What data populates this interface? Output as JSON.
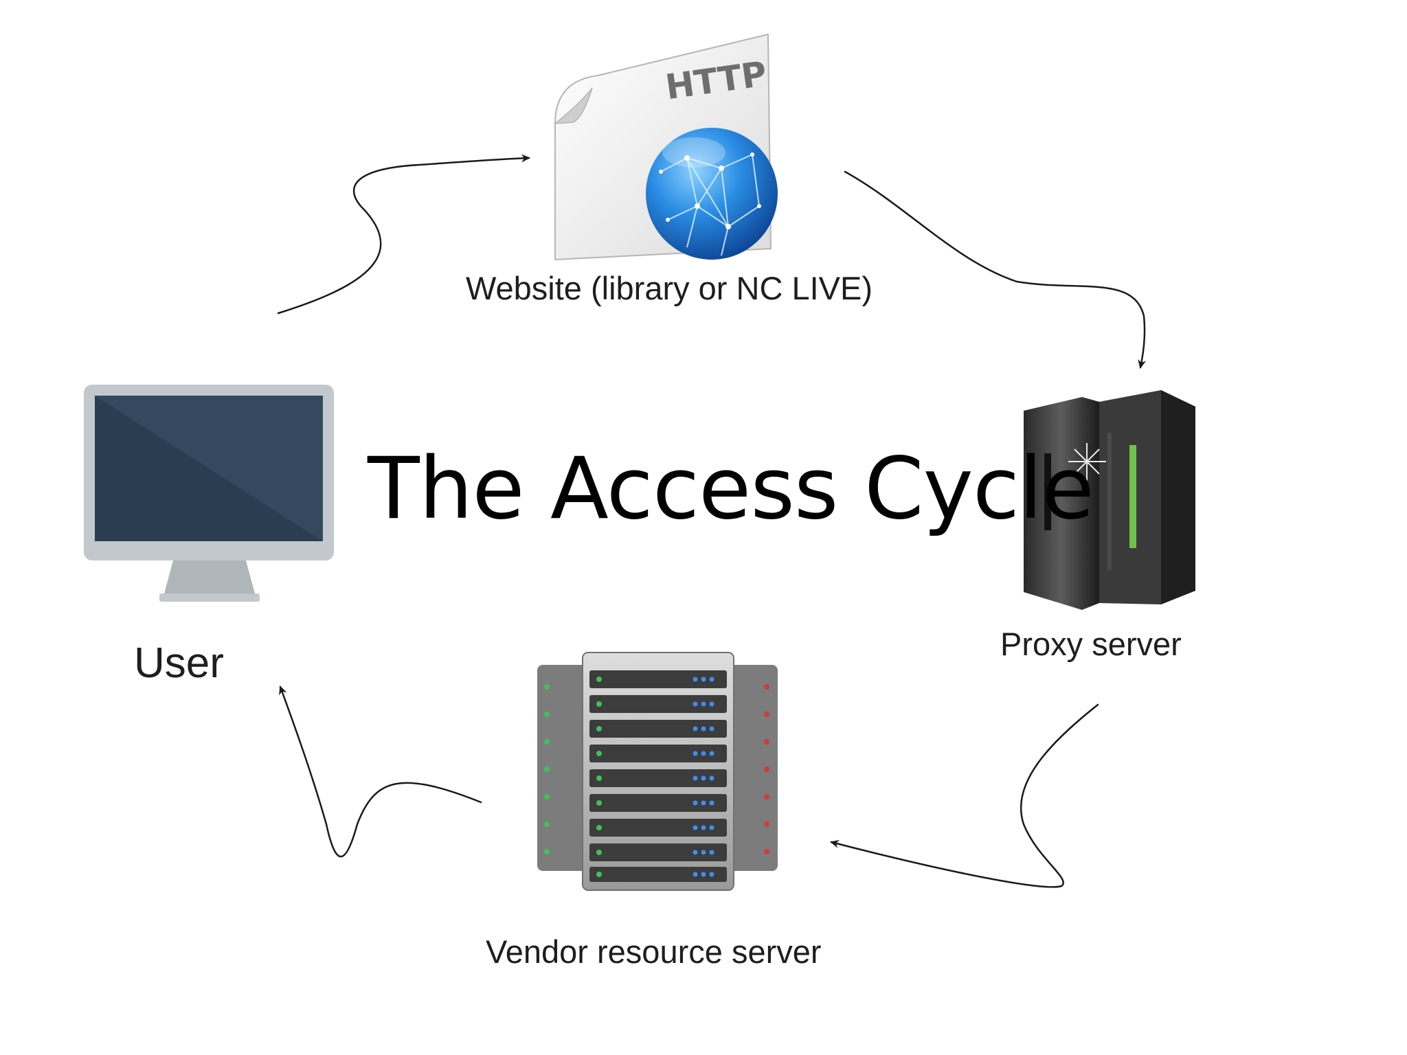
{
  "diagram": {
    "title": "The Access Cycle",
    "nodes": [
      {
        "id": "website",
        "label": "Website (library or NC LIVE)",
        "icon": "http-document-icon",
        "badge": "HTTP"
      },
      {
        "id": "proxy",
        "label": "Proxy server",
        "icon": "proxy-server-icon"
      },
      {
        "id": "vendor",
        "label": "Vendor resource server",
        "icon": "server-rack-icon"
      },
      {
        "id": "user",
        "label": "User",
        "icon": "computer-monitor-icon"
      }
    ],
    "edges": [
      {
        "from": "user",
        "to": "website"
      },
      {
        "from": "website",
        "to": "proxy"
      },
      {
        "from": "proxy",
        "to": "vendor"
      },
      {
        "from": "vendor",
        "to": "user"
      }
    ],
    "colors": {
      "monitor_screen": "#2f4458",
      "monitor_frame": "#c2c8cc",
      "globe": "#1f7fd8",
      "proxy_accent": "#6ec24b",
      "arrow": "#1a1a1a"
    }
  }
}
